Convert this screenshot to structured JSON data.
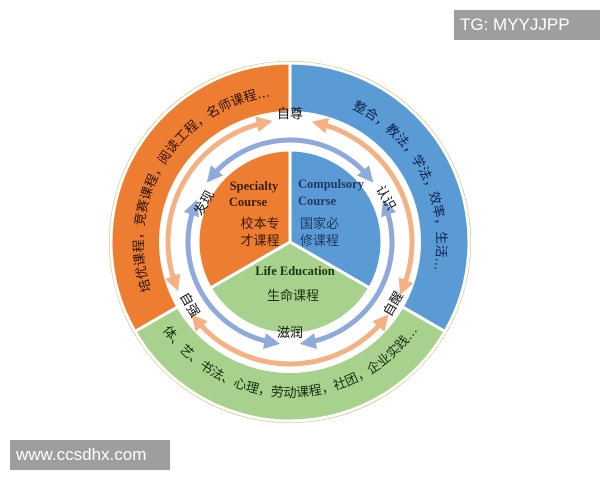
{
  "watermarks": {
    "top_right": "TG: MYYJJPP",
    "bottom_left": "www.ccsdhx.com"
  },
  "colors": {
    "orange": "#ed7d31",
    "blue": "#5b9bd5",
    "green": "#a9d18e",
    "orange_arrow": "#f4b183",
    "blue_arrow": "#8eaadb"
  },
  "outer_ring": {
    "orange": "培优课程，竞赛课程，阅读工程，名师课程…",
    "blue": "整合，教法，学法，效率，生活…",
    "green": "体、艺、书法、心理，劳动课程，社团，企业实践…"
  },
  "orange_cycle": {
    "top": "自尊",
    "left": "自强",
    "right": "自醒"
  },
  "blue_cycle": {
    "left": "发现",
    "right": "认识",
    "bottom": "滋润"
  },
  "pie": {
    "specialty": {
      "en1": "Specialty",
      "en2": "Course",
      "cn1": "校本专",
      "cn2": "才课程"
    },
    "compulsory": {
      "en1": "Compulsory",
      "en2": "Course",
      "cn1": "国家必",
      "cn2": "修课程"
    },
    "life": {
      "en": "Life Education",
      "cn": "生命课程"
    }
  }
}
